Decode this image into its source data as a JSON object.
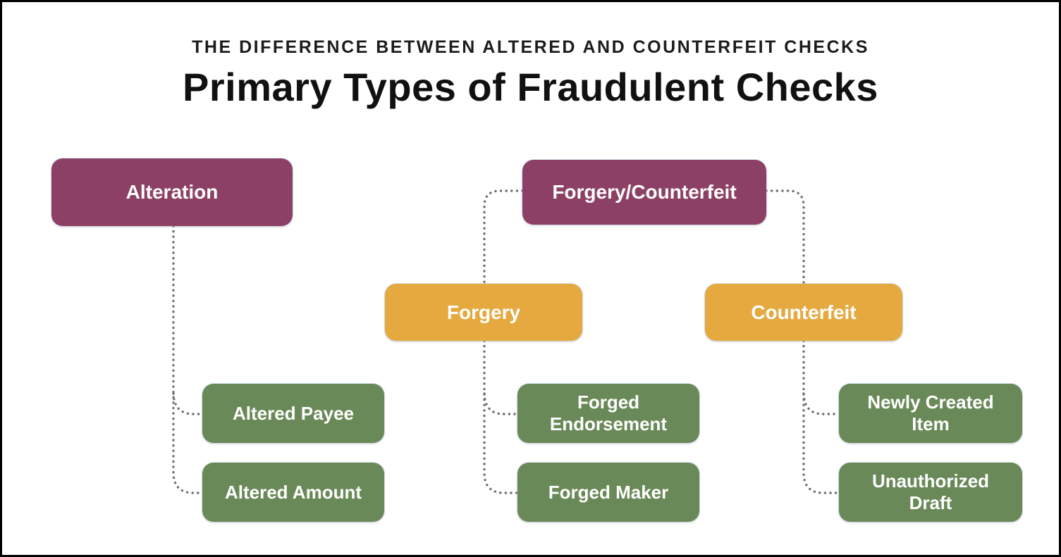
{
  "header": {
    "subtitle": "THE DIFFERENCE BETWEEN ALTERED AND COUNTERFEIT CHECKS",
    "title": "Primary Types of Fraudulent Checks"
  },
  "diagram": {
    "nodes": {
      "alteration": {
        "label": "Alteration",
        "level": "primary"
      },
      "forgery_counterfeit": {
        "label": "Forgery/Counterfeit",
        "level": "primary"
      },
      "forgery": {
        "label": "Forgery",
        "level": "secondary"
      },
      "counterfeit": {
        "label": "Counterfeit",
        "level": "secondary"
      },
      "altered_payee": {
        "label": "Altered Payee",
        "level": "leaf"
      },
      "altered_amount": {
        "label": "Altered Amount",
        "level": "leaf"
      },
      "forged_endorsement": {
        "label": "Forged Endorsement",
        "level": "leaf"
      },
      "forged_maker": {
        "label": "Forged Maker",
        "level": "leaf"
      },
      "newly_created_item": {
        "label": "Newly Created Item",
        "level": "leaf"
      },
      "unauthorized_draft": {
        "label": "Unauthorized Draft",
        "level": "leaf"
      }
    },
    "hierarchy": [
      {
        "parent": "Alteration",
        "children": [
          "Altered Payee",
          "Altered Amount"
        ]
      },
      {
        "parent": "Forgery/Counterfeit",
        "children": [
          "Forgery",
          "Counterfeit"
        ]
      },
      {
        "parent": "Forgery",
        "children": [
          "Forged Endorsement",
          "Forged Maker"
        ]
      },
      {
        "parent": "Counterfeit",
        "children": [
          "Newly Created Item",
          "Unauthorized Draft"
        ]
      }
    ],
    "colors": {
      "primary_node": "#8d4065",
      "secondary_node": "#e5a93f",
      "leaf_node": "#6a8958",
      "connector": "#6f6f6f",
      "node_text": "#ffffff",
      "title_text": "#111111",
      "background": "#ffffff",
      "border": "#000000"
    },
    "connector_style": "dotted"
  }
}
